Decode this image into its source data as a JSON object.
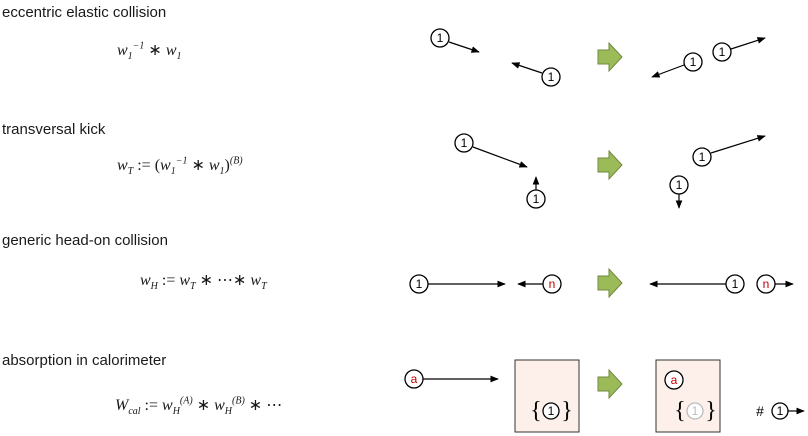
{
  "rows": [
    {
      "title": "eccentric elastic collision"
    },
    {
      "title": "transversal kick"
    },
    {
      "title": "generic head-on collision"
    },
    {
      "title": "absorption in calorimeter"
    }
  ],
  "formulas": {
    "f1": {
      "w": "w",
      "sub": "1",
      "sup": "−1",
      "star": " ∗ ",
      "w2": "w",
      "sub2": "1"
    },
    "f2": {
      "lhs": "w",
      "lhs_sub": "T",
      "assign": " := (",
      "w": "w",
      "sub": "1",
      "sup": "−1",
      "star": " ∗ ",
      "w2": "w",
      "sub2": "1",
      "close": ")",
      "sup_b": "(B)"
    },
    "f3": {
      "lhs": "w",
      "lhs_sub": "H",
      "assign": " := ",
      "w1": "w",
      "s1": "T",
      "rest": " ∗ ⋯∗ ",
      "w2": "w",
      "s2": "T"
    },
    "f4": {
      "lhs": "W",
      "lhs_sub": "cal",
      "assign": " := ",
      "w1": "w",
      "s1": "H",
      "sup1": "(A)",
      "mid": " ∗ ",
      "w2": "w",
      "s2": "H",
      "sup2": "(B)",
      "tail": " ∗ ⋯"
    }
  },
  "labels": {
    "one": "1",
    "n": "n",
    "a": "a",
    "set_open": "{",
    "set_close": "}",
    "hash": "#"
  },
  "colors": {
    "arrow_fill": "#9BBB59",
    "arrow_stroke": "#71893F",
    "box_fill": "#FDF0EA",
    "red_label": "#C00000",
    "faded": "#BBBBBB"
  }
}
